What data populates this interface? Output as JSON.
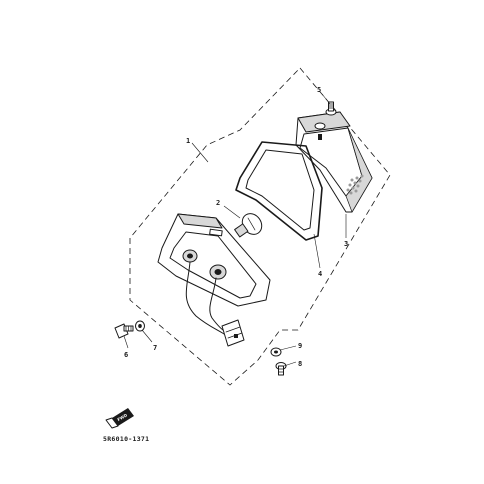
{
  "callouts": {
    "c1": "1",
    "c2": "2",
    "c3": "3",
    "c4": "4",
    "c5": "5",
    "c6": "6",
    "c7": "7",
    "c8": "8",
    "c9": "9"
  },
  "diagram_code": "5R6010-1371",
  "arrow_label": "FWD"
}
